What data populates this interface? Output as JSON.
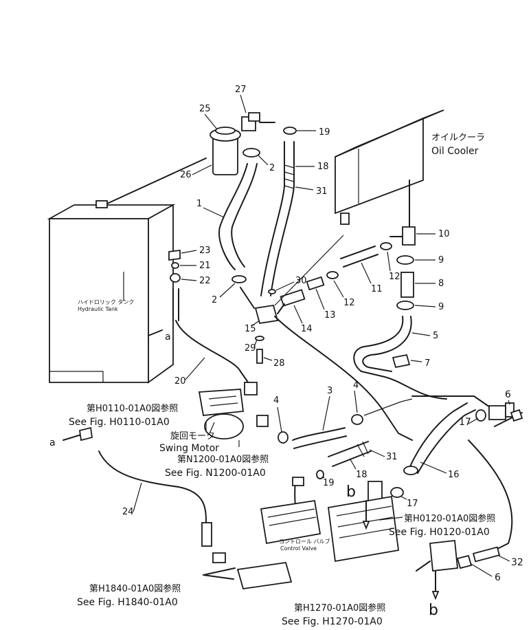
{
  "diagram": {
    "part_numbers": {
      "p1": "1",
      "p2a": "2",
      "p2b": "2",
      "p3": "3",
      "p4a": "4",
      "p4b": "4",
      "p5": "5",
      "p6a": "6",
      "p6b": "6",
      "p7": "7",
      "p8": "8",
      "p9a": "9",
      "p9b": "9",
      "p10": "10",
      "p11": "11",
      "p12a": "12",
      "p12b": "12",
      "p13": "13",
      "p14": "14",
      "p15": "15",
      "p16": "16",
      "p17a": "17",
      "p17b": "17",
      "p18a": "18",
      "p18b": "18",
      "p19a": "19",
      "p19b": "19",
      "p20": "20",
      "p21": "21",
      "p22": "22",
      "p23": "23",
      "p24": "24",
      "p25": "25",
      "p26": "26",
      "p27": "27",
      "p28": "28",
      "p29": "29",
      "p30": "30",
      "p31a": "31",
      "p31b": "31",
      "p32": "32"
    },
    "labels": {
      "oil_cooler_jp": "オイルクーラ",
      "oil_cooler_en": "Oil Cooler",
      "hydraulic_tank_jp": "ハイドロリック タンク",
      "hydraulic_tank_en": "Hydraulic Tank",
      "swing_motor_jp": "旋回モータ",
      "swing_motor_en": "Swing Motor",
      "control_valve_jp": "コントロール バルブ",
      "control_valve_en": "Control Valve"
    },
    "references": {
      "h0110_jp": "第H0110-01A0図参照",
      "h0110_en": "See Fig. H0110-01A0",
      "n1200_jp": "第N1200-01A0図参照",
      "n1200_en": "See Fig. N1200-01A0",
      "h0120_jp": "第H0120-01A0図参照",
      "h0120_en": "See Fig. H0120-01A0",
      "h1840_jp": "第H1840-01A0図参照",
      "h1840_en": "See Fig. H1840-01A0",
      "h1270_jp": "第H1270-01A0図参照",
      "h1270_en": "See Fig. H1270-01A0"
    },
    "connectors": {
      "a_top": "a",
      "a_left": "a",
      "b_top": "b",
      "b_bottom": "b"
    }
  }
}
